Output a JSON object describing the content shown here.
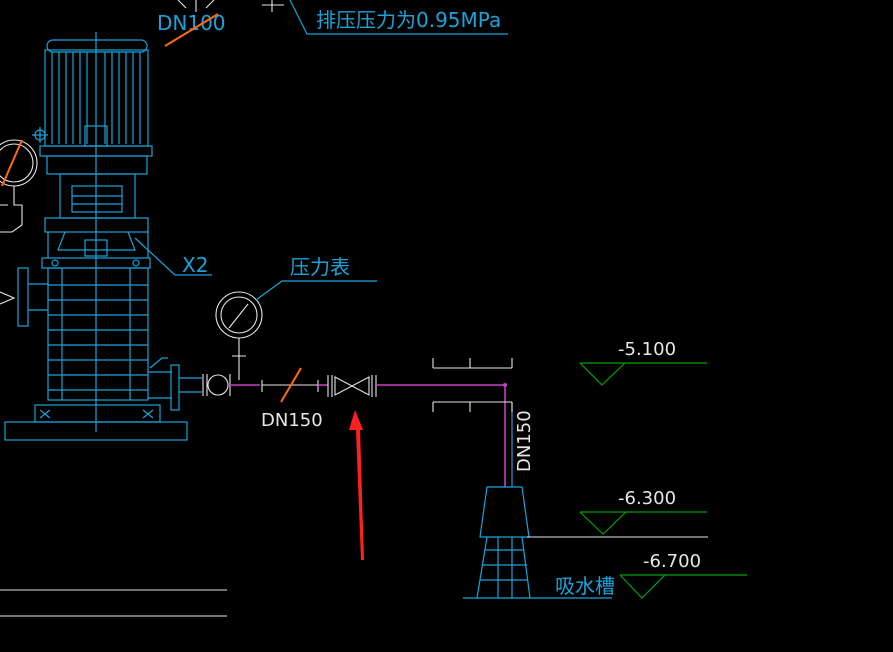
{
  "labels": {
    "dn100": "DN100",
    "discharge_pressure": "排压压力为0.95MPa",
    "x2": "X2",
    "pressure_gauge": "压力表",
    "dn150_horizontal": "DN150",
    "dn150_vertical": "DN150",
    "elevation_1": "-5.100",
    "elevation_2": "-6.300",
    "elevation_3": "-6.700",
    "suction_tank": "吸水槽"
  },
  "colors": {
    "background": "#000000",
    "equipment": "#1aa3d9",
    "pipe": "#c23fc2",
    "elevation_mark": "#00a300",
    "annotation_slash": "#ff6a10",
    "pointer_arrow": "#ff2020",
    "dimension_line": "#e6e6e6"
  }
}
